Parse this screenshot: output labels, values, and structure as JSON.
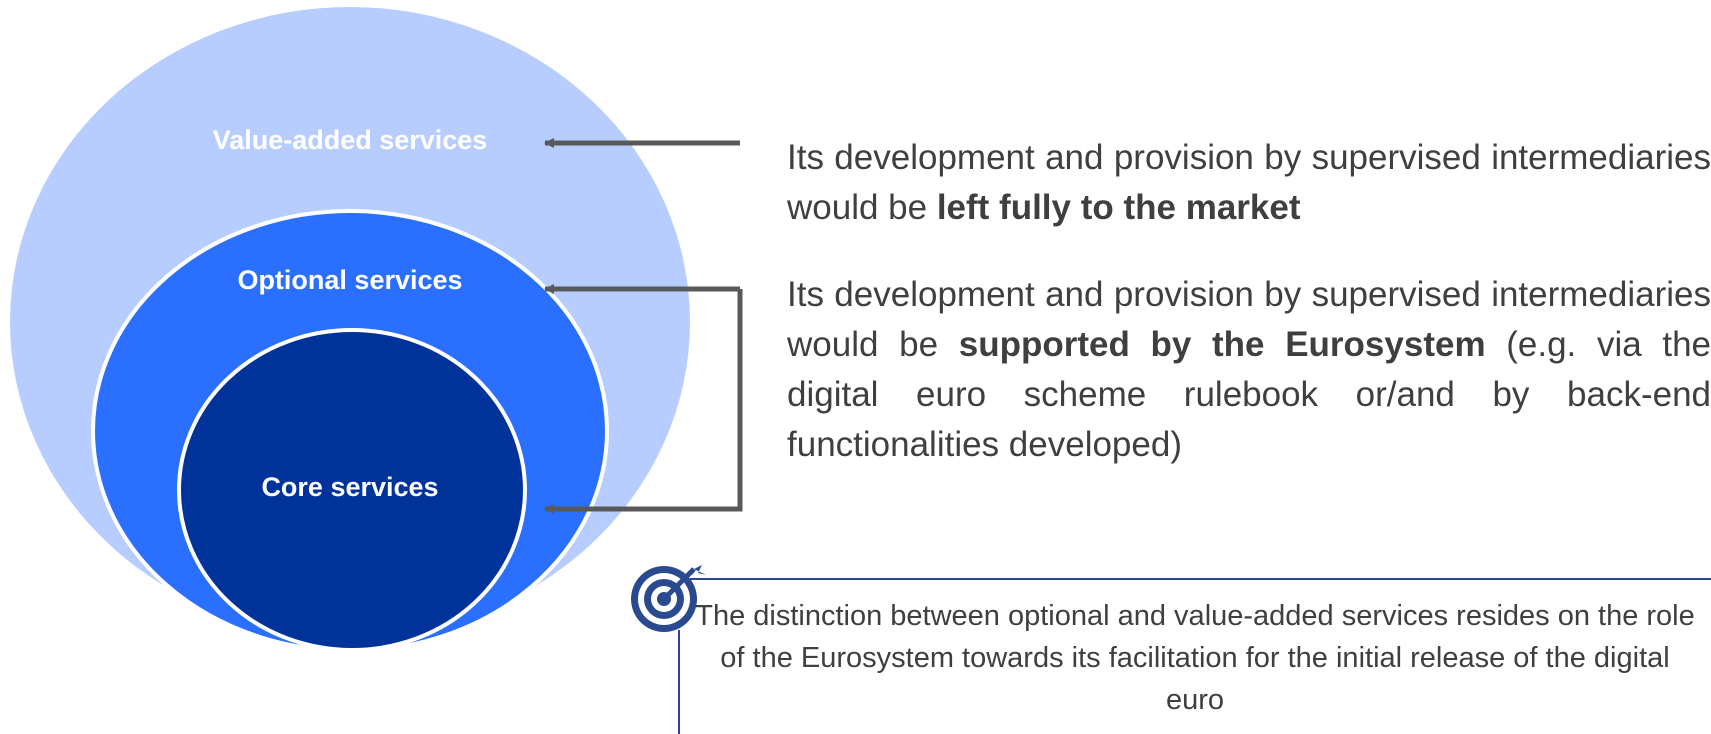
{
  "circles": {
    "outer_label": "Value-added services",
    "middle_label": "Optional services",
    "inner_label": "Core services"
  },
  "descriptions": {
    "value_added": {
      "prefix": "Its development and provision by supervised intermediaries would be ",
      "bold": "left fully to the market"
    },
    "optional": {
      "prefix": "Its development and provision by supervised intermediaries would be ",
      "bold": "supported by the Eurosystem",
      "suffix": " (e.g. via the digital euro scheme rulebook or/and by back-end functionalities developed)"
    }
  },
  "note": {
    "icon": "target-icon",
    "text": "The distinction between optional and value-added services resides on the role of the Eurosystem towards its facilitation for the initial release of the digital euro"
  },
  "colors": {
    "outer_circle": "#b8cdff",
    "middle_circle": "#2b6fff",
    "inner_circle": "#00339a",
    "arrow": "#595959",
    "note_border": "#2a4a8f",
    "text": "#3f3f3f"
  }
}
